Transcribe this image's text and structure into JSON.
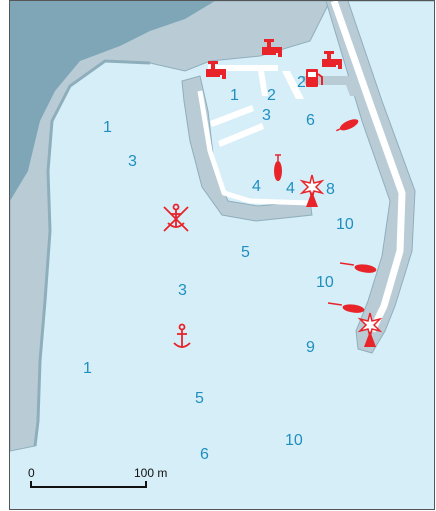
{
  "colors": {
    "water": "#d6eef8",
    "land": "#b9ccd6",
    "land_dark": "#7fa6b7",
    "coast_edge": "#8faebc",
    "pier": "#ffffff",
    "symbol_red": "#e8232a",
    "depth_text": "#1f8fc0"
  },
  "depth_labels": [
    {
      "id": "d-1-left",
      "value": "1"
    },
    {
      "id": "d-3-top",
      "value": "3"
    },
    {
      "id": "d-1-basin",
      "value": "1"
    },
    {
      "id": "d-2-basin-a",
      "value": "2"
    },
    {
      "id": "d-2-basin-b",
      "value": "2"
    },
    {
      "id": "d-3-basin",
      "value": "3"
    },
    {
      "id": "d-6-basin",
      "value": "6"
    },
    {
      "id": "d-4-inner-a",
      "value": "4"
    },
    {
      "id": "d-4-inner-b",
      "value": "4"
    },
    {
      "id": "d-8-light",
      "value": "8"
    },
    {
      "id": "d-10-a",
      "value": "10"
    },
    {
      "id": "d-5-mid",
      "value": "5"
    },
    {
      "id": "d-10-b",
      "value": "10"
    },
    {
      "id": "d-3-mid",
      "value": "3"
    },
    {
      "id": "d-9",
      "value": "9"
    },
    {
      "id": "d-1-low",
      "value": "1"
    },
    {
      "id": "d-5-low",
      "value": "5"
    },
    {
      "id": "d-10-low",
      "value": "10"
    },
    {
      "id": "d-6-low",
      "value": "6"
    }
  ],
  "symbols": [
    "water-tap-icon",
    "water-tap-icon",
    "water-tap-icon",
    "fuel-pump-icon",
    "mooring-buoy-icon",
    "lighthouse-icon",
    "anchorage-icon",
    "prohibited-anchorage-icon"
  ],
  "scale_bar": {
    "start_label": "0",
    "end_label": "100 m"
  }
}
